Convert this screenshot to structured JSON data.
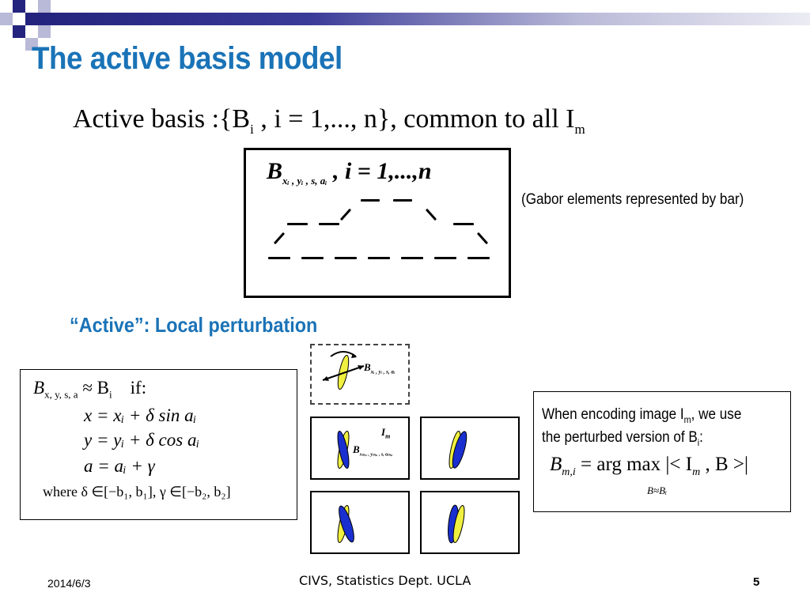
{
  "slide": {
    "title": "The active basis model",
    "equation": {
      "prefix": "Active basis :{B",
      "sub_i": "i",
      "middle": " , i = 1,..., n}, common to all I",
      "sub_m": "m"
    },
    "basis_label": {
      "B": "B",
      "sub": "xᵢ , yᵢ , s, aᵢ",
      "rest": " , i = 1,...,n"
    },
    "gabor_note": "(Gabor elements represented by bar)",
    "subtitle": "“Active”: Local perturbation",
    "conditions": {
      "line1_lhs": "B",
      "line1_sub": "x, y, s, a",
      "line1_mid": " ≈ B",
      "line1_sub2": "i",
      "line1_if": "if:",
      "line2": "x = xᵢ + δ sin aᵢ",
      "line3": "y = yᵢ + δ cos aᵢ",
      "line4": "a = aᵢ + γ",
      "where": "where  δ ∈[−b₁, b₁],  γ ∈[−b₂, b₂]"
    },
    "encoding": {
      "line1_a": "When encoding image I",
      "line1_sub": "m",
      "line1_b": ", we use",
      "line2_a": "the perturbed version of B",
      "line2_sub": "i",
      "line2_b": ":",
      "formula_lhs": "B",
      "formula_lhs_sub": "m,i",
      "formula_mid": " = arg max |< I",
      "formula_sub_m": "m",
      "formula_end": " , B >|",
      "formula_under": "B≈Bᵢ"
    },
    "perturb_labels": {
      "top": "B",
      "top_sub": "xᵢ , yᵢ , s, aᵢ",
      "mid_im": "I",
      "mid_im_sub": "m",
      "mid_b": "B",
      "mid_b_sub": "xₘ,ᵢ , yₘ,ᵢ , s, aₘ,ᵢ"
    },
    "footer": {
      "date": "2014/6/3",
      "center": "CIVS, Statistics Dept. UCLA",
      "page": "5"
    },
    "colors": {
      "title_blue": "#1a73b7",
      "bar_dark": "#24247e",
      "gabor_blue": "#1a2fd0",
      "gabor_yellow": "#f0f040"
    }
  }
}
